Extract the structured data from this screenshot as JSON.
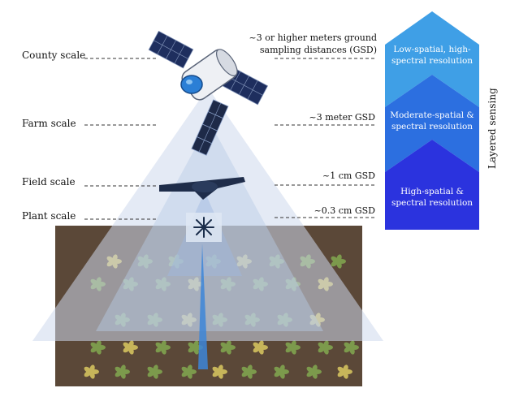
{
  "scales": [
    {
      "label": "County scale",
      "gsd": [
        "~3 or higher meters ground",
        "sampling distances (GSD)"
      ]
    },
    {
      "label": "Farm scale",
      "gsd": [
        "~3 meter GSD"
      ]
    },
    {
      "label": "Field scale",
      "gsd": [
        "~1 cm GSD"
      ]
    },
    {
      "label": "Plant scale",
      "gsd": [
        "~0.3 cm GSD"
      ]
    }
  ],
  "resolution_levels": [
    {
      "lines": [
        "Low-spatial, high-",
        "spectral resolution"
      ],
      "color": "#3f9fe6"
    },
    {
      "lines": [
        "Moderate-spatial &",
        "spectral resolution"
      ],
      "color": "#2c6fe0"
    },
    {
      "lines": [
        "High-spatial &",
        "spectral resolution"
      ],
      "color": "#2b33de"
    }
  ],
  "side_label": "Layered sensing",
  "colors": {
    "soil": "#5b4838",
    "beam": "#c9d8ee",
    "plant_green": "#7c9a4c",
    "plant_yellow": "#c7b55a"
  },
  "platforms": [
    "satellite-large",
    "satellite-small",
    "drone",
    "ground-sensor"
  ]
}
